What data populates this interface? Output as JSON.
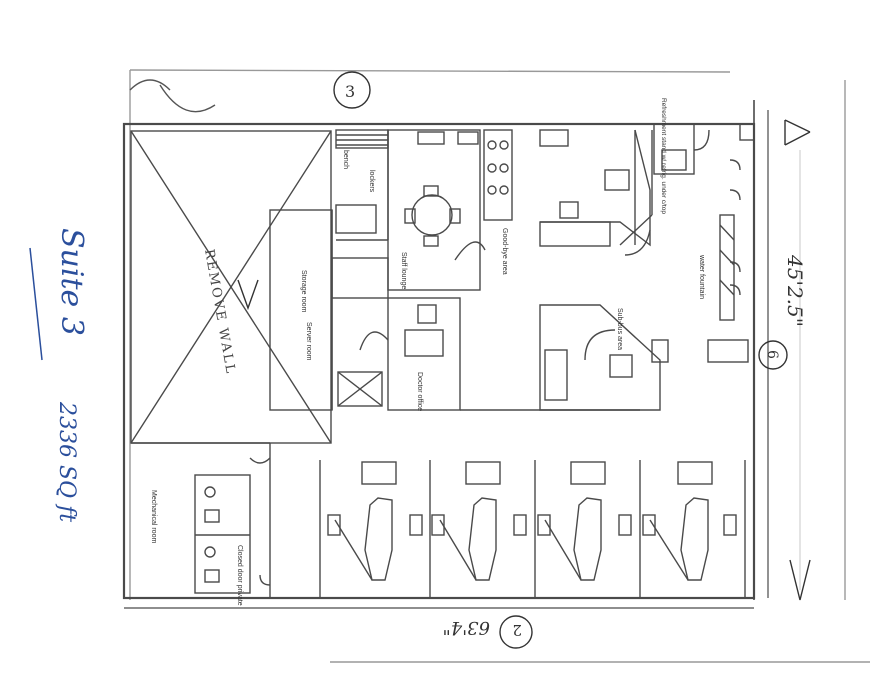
{
  "handwritten": {
    "suite": "Suite 3",
    "area": "2336 SQ ft",
    "width": "45'2.5\"",
    "length": "63'4\"",
    "remove_wall": "REMOVE WALL",
    "marker_top": "3",
    "marker_bottom": "2",
    "marker_right": "6"
  },
  "rooms": {
    "bench": "bench",
    "lockers": "lockers",
    "staff_lounge": "Staff lounge",
    "good_bye": "Good-bye area",
    "refreshment": "Refreshment stand w/ refrig. under c/top",
    "water_fountain": "water fountain",
    "storage": "Storage room",
    "server": "Server room",
    "doctor": "Doctor office",
    "sub_bus": "Sub-bus area",
    "mechanical": "Mechanical room",
    "closed_door": "Closed door private"
  },
  "colors": {
    "ink": "#4a4a4a",
    "pen_blue": "#2b4f9c"
  }
}
